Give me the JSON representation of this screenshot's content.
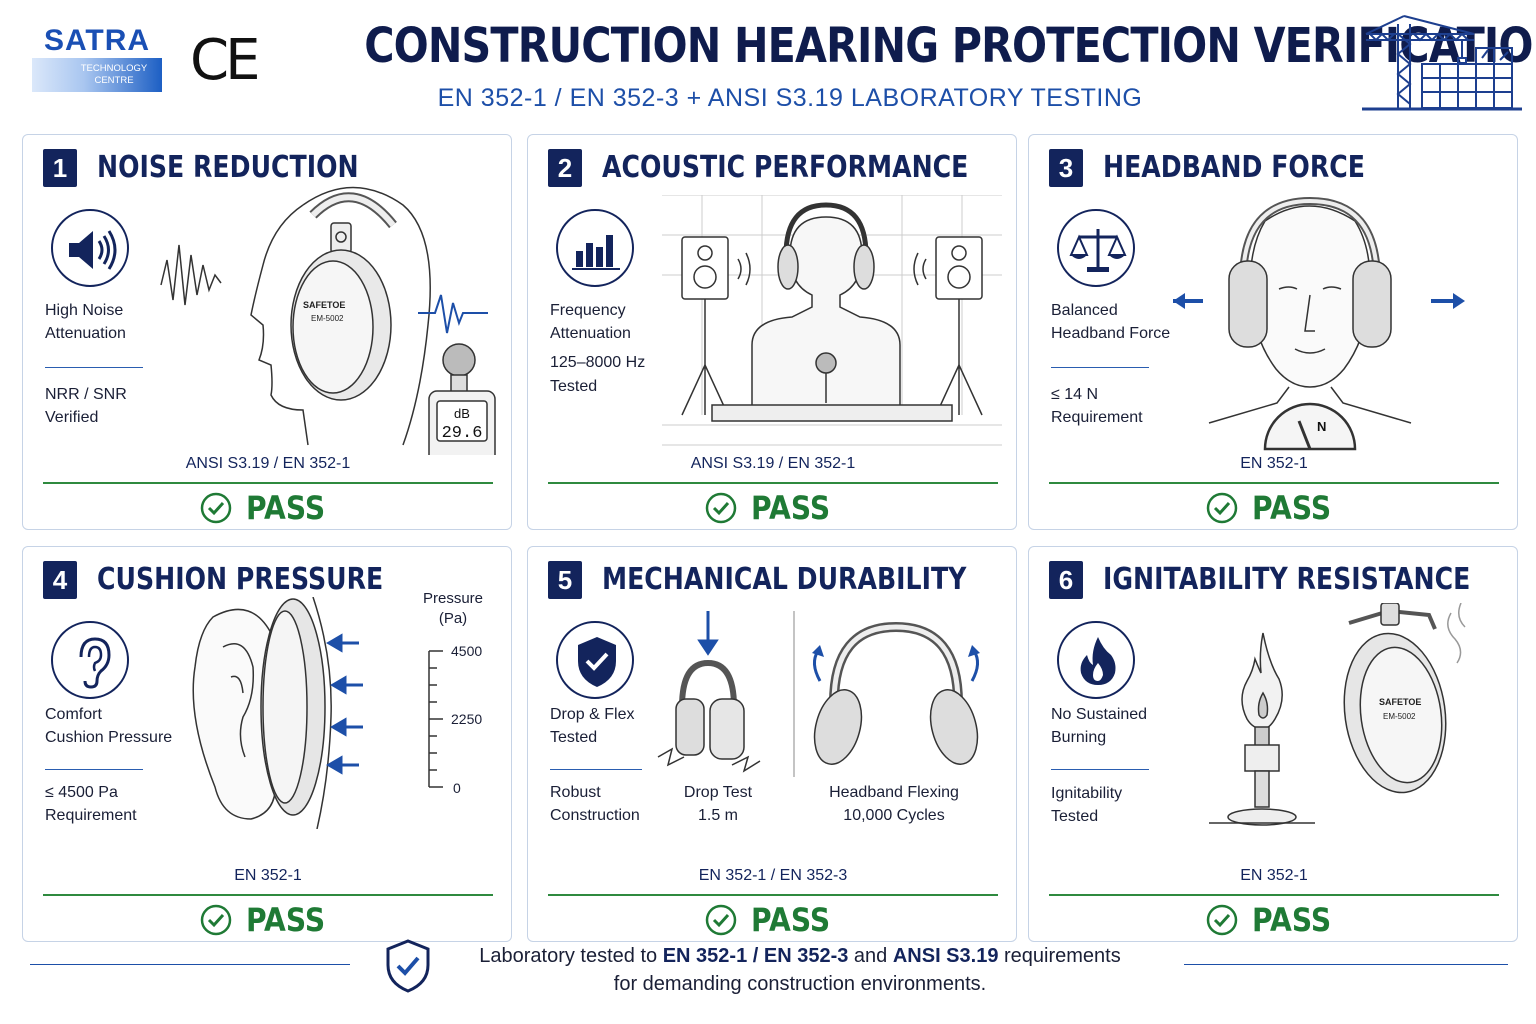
{
  "header": {
    "logo_word": "SATRA",
    "logo_line1": "TECHNOLOGY",
    "logo_line2": "CENTRE",
    "ce_mark": "CE",
    "title": "CONSTRUCTION HEARING PROTECTION VERIFICATION",
    "subtitle": "EN 352-1 / EN 352-3 + ANSI S3.19 LABORATORY TESTING"
  },
  "colors": {
    "navy": "#13245c",
    "accent_blue": "#1d4fa8",
    "pass_green": "#1f7a35"
  },
  "cards": [
    {
      "number": "1",
      "title": "NOISE REDUCTION",
      "icon": "speaker-icon",
      "text_a1": "High Noise",
      "text_a2": "Attenuation",
      "text_b1": "NRR / SNR",
      "text_b2": "Verified",
      "standard": "ANSI S3.19 / EN 352-1",
      "result": "PASS",
      "brand": "SAFETOE",
      "model": "EM-5002",
      "meter_unit": "dB",
      "meter_value": "29.6"
    },
    {
      "number": "2",
      "title": "ACOUSTIC PERFORMANCE",
      "icon": "bar-chart-icon",
      "text_a1": "Frequency",
      "text_a2": "Attenuation",
      "text_b1": "125–8000 Hz",
      "text_b2": "Tested",
      "standard": "ANSI S3.19 / EN 352-1",
      "result": "PASS"
    },
    {
      "number": "3",
      "title": "HEADBAND FORCE",
      "icon": "balance-scale-icon",
      "text_a1": "Balanced",
      "text_a2": "Headband Force",
      "text_b1": "≤ 14 N",
      "text_b2": "Requirement",
      "standard": "EN 352-1",
      "result": "PASS",
      "gauge_unit": "N"
    },
    {
      "number": "4",
      "title": "CUSHION PRESSURE",
      "icon": "ear-icon",
      "text_a1": "Comfort",
      "text_a2": "Cushion Pressure",
      "text_b1": "≤ 4500 Pa",
      "text_b2": "Requirement",
      "standard": "EN 352-1",
      "result": "PASS",
      "scale_label1": "Pressure",
      "scale_label2": "(Pa)",
      "scale_ticks": [
        "4500",
        "2250",
        "0"
      ]
    },
    {
      "number": "5",
      "title": "MECHANICAL DURABILITY",
      "icon": "shield-check-icon",
      "text_a1": "Drop & Flex",
      "text_a2": "Tested",
      "text_b1": "Robust",
      "text_b2": "Construction",
      "drop_label1": "Drop Test",
      "drop_label2": "1.5 m",
      "flex_label1": "Headband Flexing",
      "flex_label2": "10,000 Cycles",
      "standard": "EN 352-1 / EN 352-3",
      "result": "PASS"
    },
    {
      "number": "6",
      "title": "IGNITABILITY RESISTANCE",
      "icon": "flame-icon",
      "text_a1": "No Sustained",
      "text_a2": "Burning",
      "text_b1": "Ignitability",
      "text_b2": "Tested",
      "standard": "EN 352-1",
      "result": "PASS",
      "brand": "SAFETOE",
      "model": "EM-5002"
    }
  ],
  "footer": {
    "p1": "Laboratory tested to ",
    "b1": "EN 352-1 / EN 352-3",
    "p2": " and ",
    "b2": "ANSI S3.19",
    "p3": " requirements",
    "line2": "for demanding construction environments."
  }
}
